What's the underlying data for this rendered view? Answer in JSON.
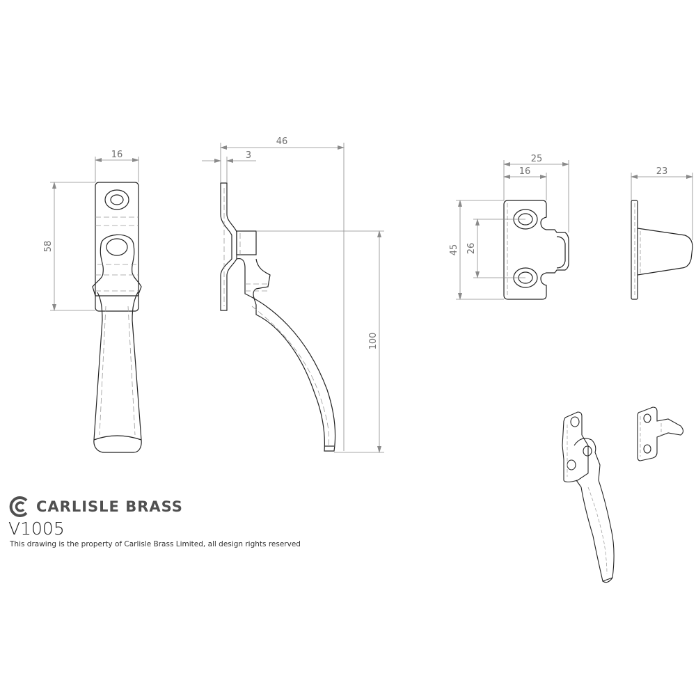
{
  "brand": {
    "name": "CARLISLE BRASS",
    "logo_icon": "cb-logo-icon",
    "color": "#505050"
  },
  "product": {
    "model": "V1005",
    "notice": "This drawing is the property of Carlisle Brass Limited, all design rights reserved"
  },
  "views": {
    "handle_front": {
      "dimensions": {
        "width": "16",
        "height": "58"
      }
    },
    "handle_side": {
      "dimensions": {
        "depth": "46",
        "plate": "3",
        "length": "100"
      }
    },
    "keep_front": {
      "dimensions": {
        "overall_width": "25",
        "plate_width": "16",
        "height": "45",
        "hole_spacing": "26"
      }
    },
    "keep_side": {
      "dimensions": {
        "projection": "23"
      }
    },
    "isometric": {
      "label": "isometric-view"
    }
  },
  "colors": {
    "line": "#222222",
    "dim_line": "#8a8a8a",
    "hidden": "#999999"
  }
}
